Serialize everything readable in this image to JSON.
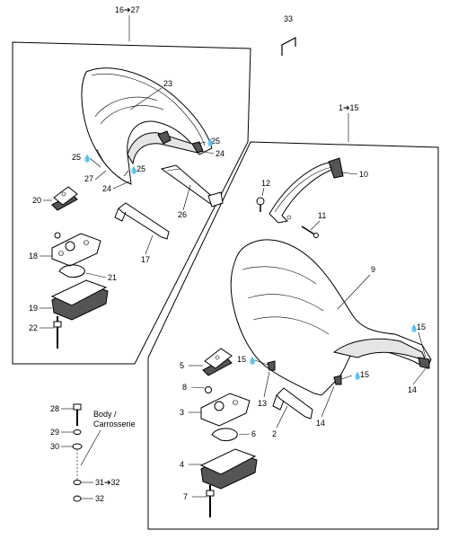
{
  "group_left": {
    "label": "16➔27"
  },
  "group_right": {
    "label": "1➔15"
  },
  "body_note": {
    "line1": "Body /",
    "line2": "Carrosserie"
  },
  "callouts": {
    "c33": "33",
    "c23": "23",
    "c25a": "25",
    "c24a": "24",
    "c25b": "25",
    "c27": "27",
    "c25c": "25",
    "c24b": "24",
    "c20": "20",
    "c26": "26",
    "c17": "17",
    "c18": "18",
    "c21": "21",
    "c19": "19",
    "c22": "22",
    "c12": "12",
    "c10": "10",
    "c11": "11",
    "c9": "9",
    "c15a": "15",
    "c15b": "15",
    "c15c": "15",
    "c5": "5",
    "c8": "8",
    "c3": "3",
    "c6": "6",
    "c4": "4",
    "c7": "7",
    "c13": "13",
    "c2": "2",
    "c14a": "14",
    "c14b": "14",
    "c28": "28",
    "c29": "29",
    "c30": "30",
    "c3132": "31➔32",
    "c32": "32"
  }
}
